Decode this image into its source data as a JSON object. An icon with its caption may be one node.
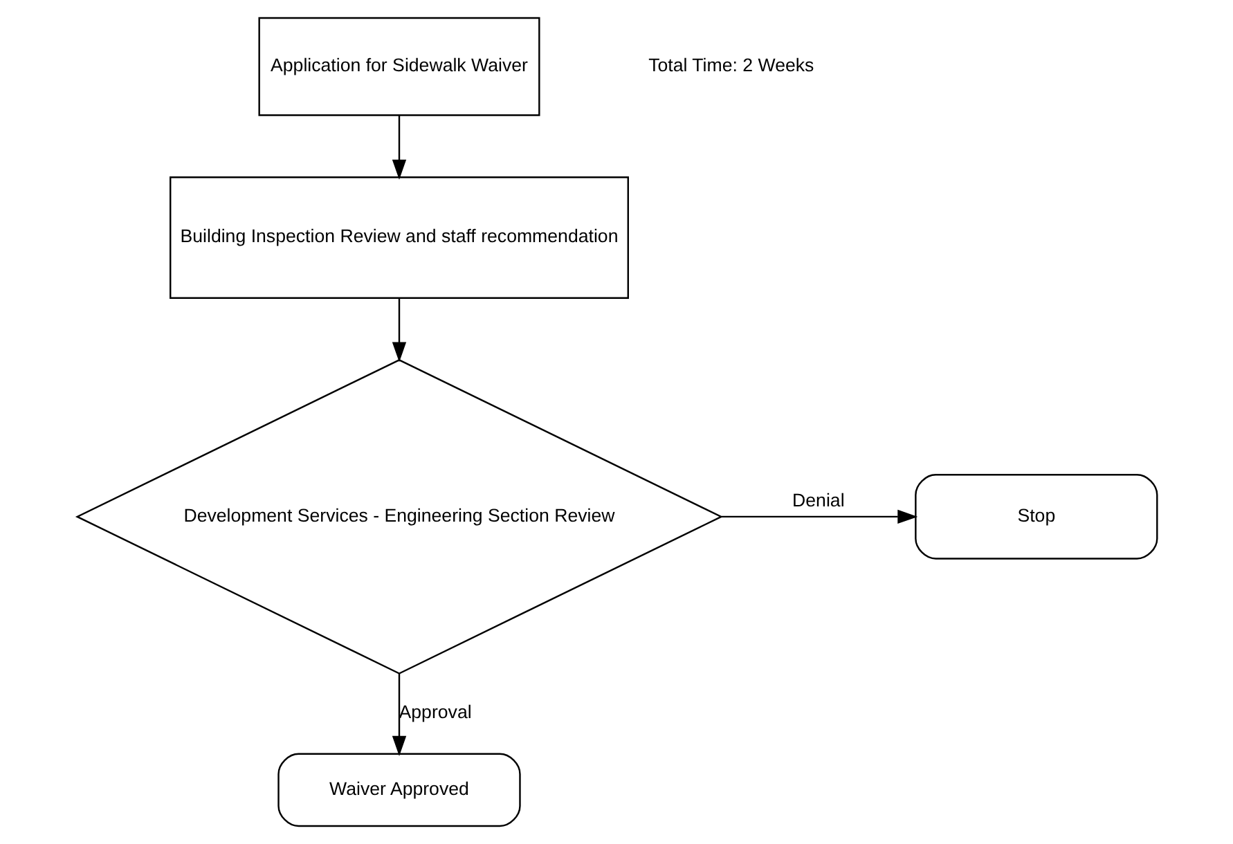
{
  "diagram": {
    "nodes": [
      {
        "text": [
          "Application for Sidewalk Waiver"
        ]
      },
      {
        "text": [
          "Building Inspection Review and staff recommendation"
        ]
      },
      {
        "text": [
          "Development Services - Engineering Section Review"
        ]
      },
      {
        "text": [
          "Stop"
        ]
      },
      {
        "text": [
          "Waiver Approved"
        ]
      }
    ],
    "edges": [
      {
        "from": 0,
        "to": 1,
        "arrow": "to"
      },
      {
        "from": 1,
        "to": 2,
        "arrow": "to"
      },
      {
        "from": 2,
        "to": 3,
        "arrow": "to",
        "label": "Denial"
      },
      {
        "from": 2,
        "to": 4,
        "arrow": "to",
        "label": "Approval"
      }
    ],
    "labels": [
      "Total Time: 2 Weeks"
    ]
  }
}
